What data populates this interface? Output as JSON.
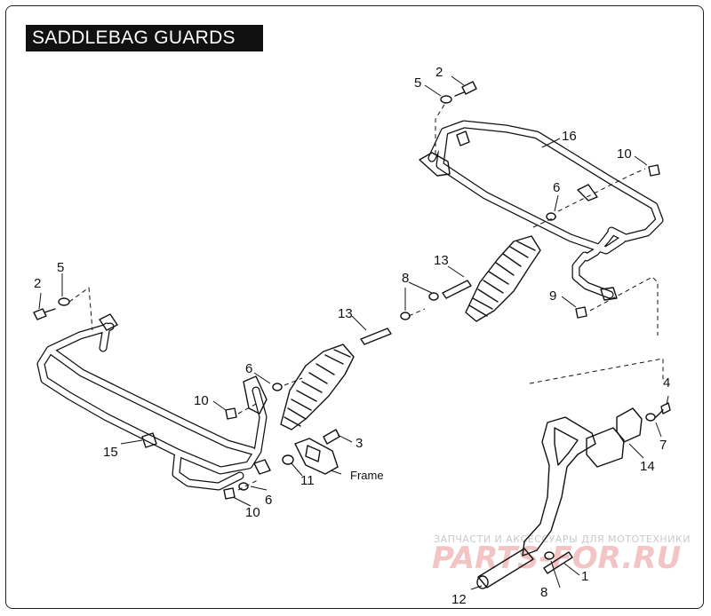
{
  "title": "SADDLEBAG GUARDS",
  "labels": {
    "c1": "1",
    "c2a": "2",
    "c2b": "2",
    "c3": "3",
    "c4": "4",
    "c5a": "5",
    "c5b": "5",
    "c6a": "6",
    "c6b": "6",
    "c6c": "6",
    "c7": "7",
    "c8a": "8",
    "c8b": "8",
    "c9": "9",
    "c10a": "10",
    "c10b": "10",
    "c10c": "10",
    "c11": "11",
    "c12": "12",
    "c13a": "13",
    "c13b": "13",
    "c14": "14",
    "c15": "15",
    "c16": "16",
    "frame": "Frame"
  },
  "watermark": {
    "line1": "ЗАПЧАСТИ И АКСЕССУАРЫ ДЛЯ МОТОТЕХНИКИ",
    "line2": "PARTS-FOR.RU"
  }
}
